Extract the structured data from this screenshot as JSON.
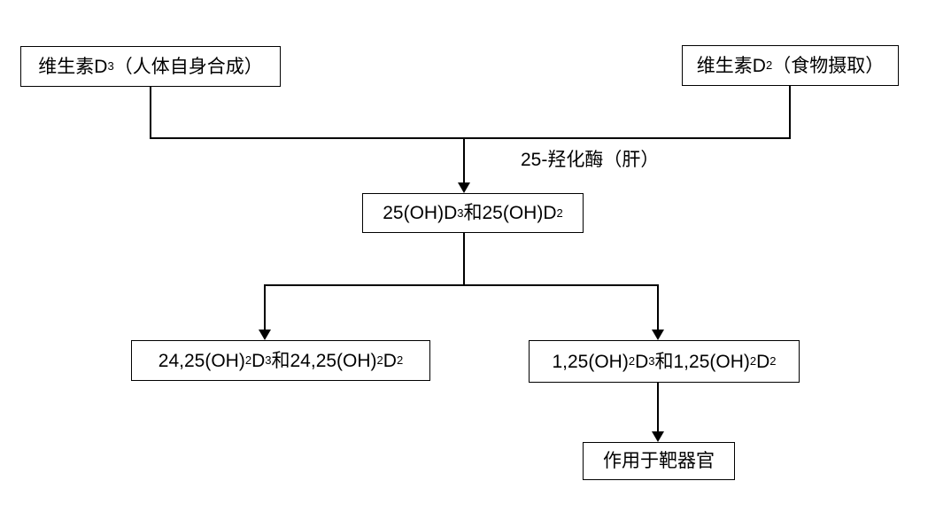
{
  "diagram": {
    "background_color": "#ffffff",
    "line_color": "#000000",
    "text_color": "#000000",
    "type": "flowchart",
    "topic": "vitamin-d-metabolism"
  },
  "nodes": {
    "vitamin_d3": {
      "parts": [
        {
          "text": "维生素D"
        },
        {
          "text": "3",
          "sub": true
        },
        {
          "text": "（人体自身合成）"
        }
      ]
    },
    "vitamin_d2": {
      "parts": [
        {
          "text": "维生素D"
        },
        {
          "text": "2",
          "sub": true
        },
        {
          "text": "（食物摄取）"
        }
      ]
    },
    "oh25_d": {
      "parts": [
        {
          "text": "25(OH)D"
        },
        {
          "text": "3",
          "sub": true
        },
        {
          "text": "和25(OH)D"
        },
        {
          "text": "2",
          "sub": true
        }
      ]
    },
    "oh2425_d": {
      "parts": [
        {
          "text": "24,25(OH)"
        },
        {
          "text": "2",
          "sub": true
        },
        {
          "text": "D"
        },
        {
          "text": "3",
          "sub": true
        },
        {
          "text": "和24,25(OH)"
        },
        {
          "text": "2",
          "sub": true
        },
        {
          "text": "D"
        },
        {
          "text": "2",
          "sub": true
        }
      ]
    },
    "oh125_d": {
      "parts": [
        {
          "text": "1,25(OH)"
        },
        {
          "text": "2",
          "sub": true
        },
        {
          "text": "D"
        },
        {
          "text": "3",
          "sub": true
        },
        {
          "text": "和1,25(OH)"
        },
        {
          "text": "2",
          "sub": true
        },
        {
          "text": "D"
        },
        {
          "text": "2",
          "sub": true
        }
      ]
    },
    "target_organ": {
      "parts": [
        {
          "text": "作用于靶器官"
        }
      ]
    }
  },
  "edge_labels": {
    "hydroxylase_liver": "25-羟化酶（肝）"
  }
}
